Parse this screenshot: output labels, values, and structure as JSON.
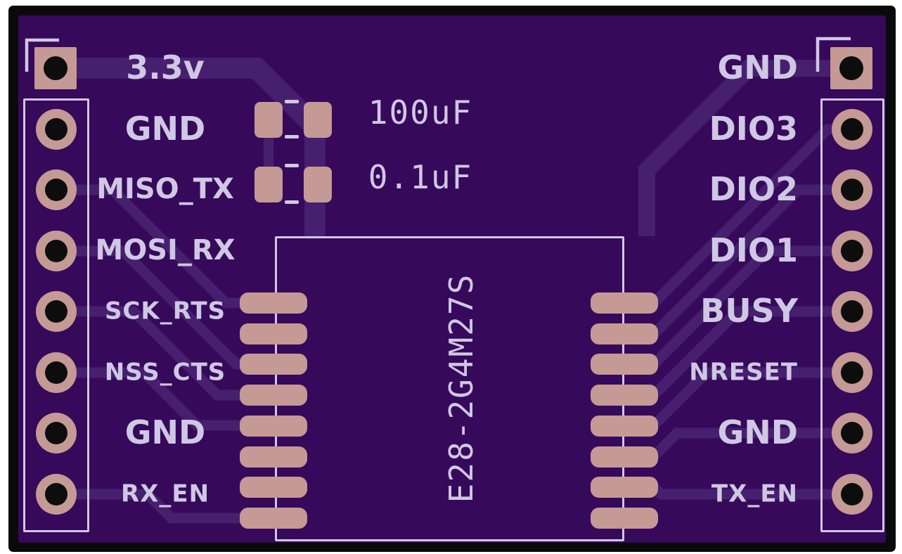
{
  "board": {
    "left_header": {
      "pins": [
        {
          "label": "3.3v",
          "pad": "square"
        },
        {
          "label": "GND",
          "pad": "round"
        },
        {
          "label": "MISO_TX",
          "pad": "round"
        },
        {
          "label": "MOSI_RX",
          "pad": "round"
        },
        {
          "label": "SCK_RTS",
          "pad": "round"
        },
        {
          "label": "NSS_CTS",
          "pad": "round"
        },
        {
          "label": "GND",
          "pad": "round"
        },
        {
          "label": "RX_EN",
          "pad": "round"
        }
      ]
    },
    "right_header": {
      "pins": [
        {
          "label": "GND",
          "pad": "square"
        },
        {
          "label": "DIO3",
          "pad": "round"
        },
        {
          "label": "DIO2",
          "pad": "round"
        },
        {
          "label": "DIO1",
          "pad": "round"
        },
        {
          "label": "BUSY",
          "pad": "round"
        },
        {
          "label": "NRESET",
          "pad": "round"
        },
        {
          "label": "GND",
          "pad": "round"
        },
        {
          "label": "TX_EN",
          "pad": "round"
        }
      ]
    },
    "capacitors": [
      {
        "label": "100uF"
      },
      {
        "label": "0.1uF"
      }
    ],
    "module": {
      "label": "E28-2G4M27S",
      "pads_per_side": 8
    },
    "colors": {
      "substrate": "#36095B",
      "trace": "#46206E",
      "pad_copper": "#C59994",
      "silkscreen": "#CFC8E4",
      "drill": "#0D0D0D",
      "board_edge": "#0A0A0A"
    }
  }
}
